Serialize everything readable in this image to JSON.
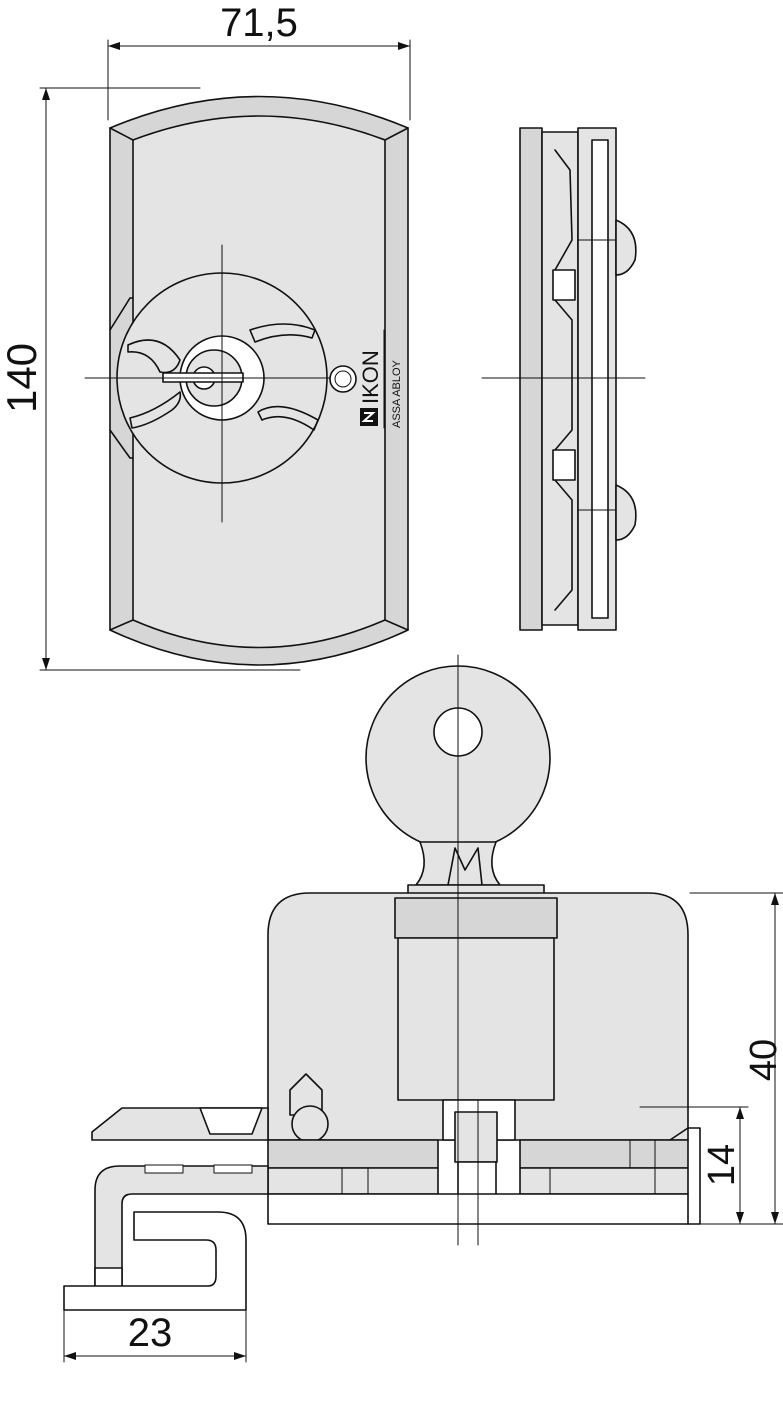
{
  "dimensions": {
    "front_width": "71,5",
    "front_height": "140",
    "side_height": "40",
    "base_height": "14",
    "bracket_width": "23"
  },
  "logo": {
    "brand": "IKON",
    "sub": "ASSA ABLOY"
  }
}
